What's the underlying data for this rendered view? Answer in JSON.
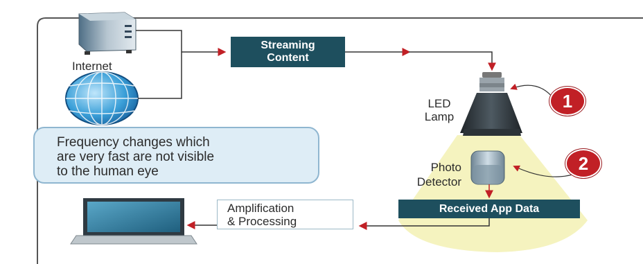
{
  "nodes": {
    "internet_label": "Internet",
    "streaming_content": [
      "Streaming",
      "Content"
    ],
    "led_lamp": [
      "LED",
      "Lamp"
    ],
    "photo_detector": [
      "Photo",
      "Detector"
    ],
    "received_app_data": "Received App Data",
    "amplification": [
      "Amplification",
      "& Processing"
    ]
  },
  "callout": {
    "lines": [
      "Frequency changes which",
      "are very fast are not visible",
      "to the human eye"
    ]
  },
  "badges": {
    "one": "1",
    "two": "2"
  },
  "colors": {
    "dark_box": "#1e4f5e",
    "arrow_red": "#c12026",
    "light_beam": "#f4f2b8",
    "callout_fill": "#deedf6",
    "frame_line": "#555555"
  },
  "icons": [
    "server-icon",
    "globe-icon",
    "led-bulb-icon",
    "photo-detector-icon",
    "monitor-icon"
  ]
}
